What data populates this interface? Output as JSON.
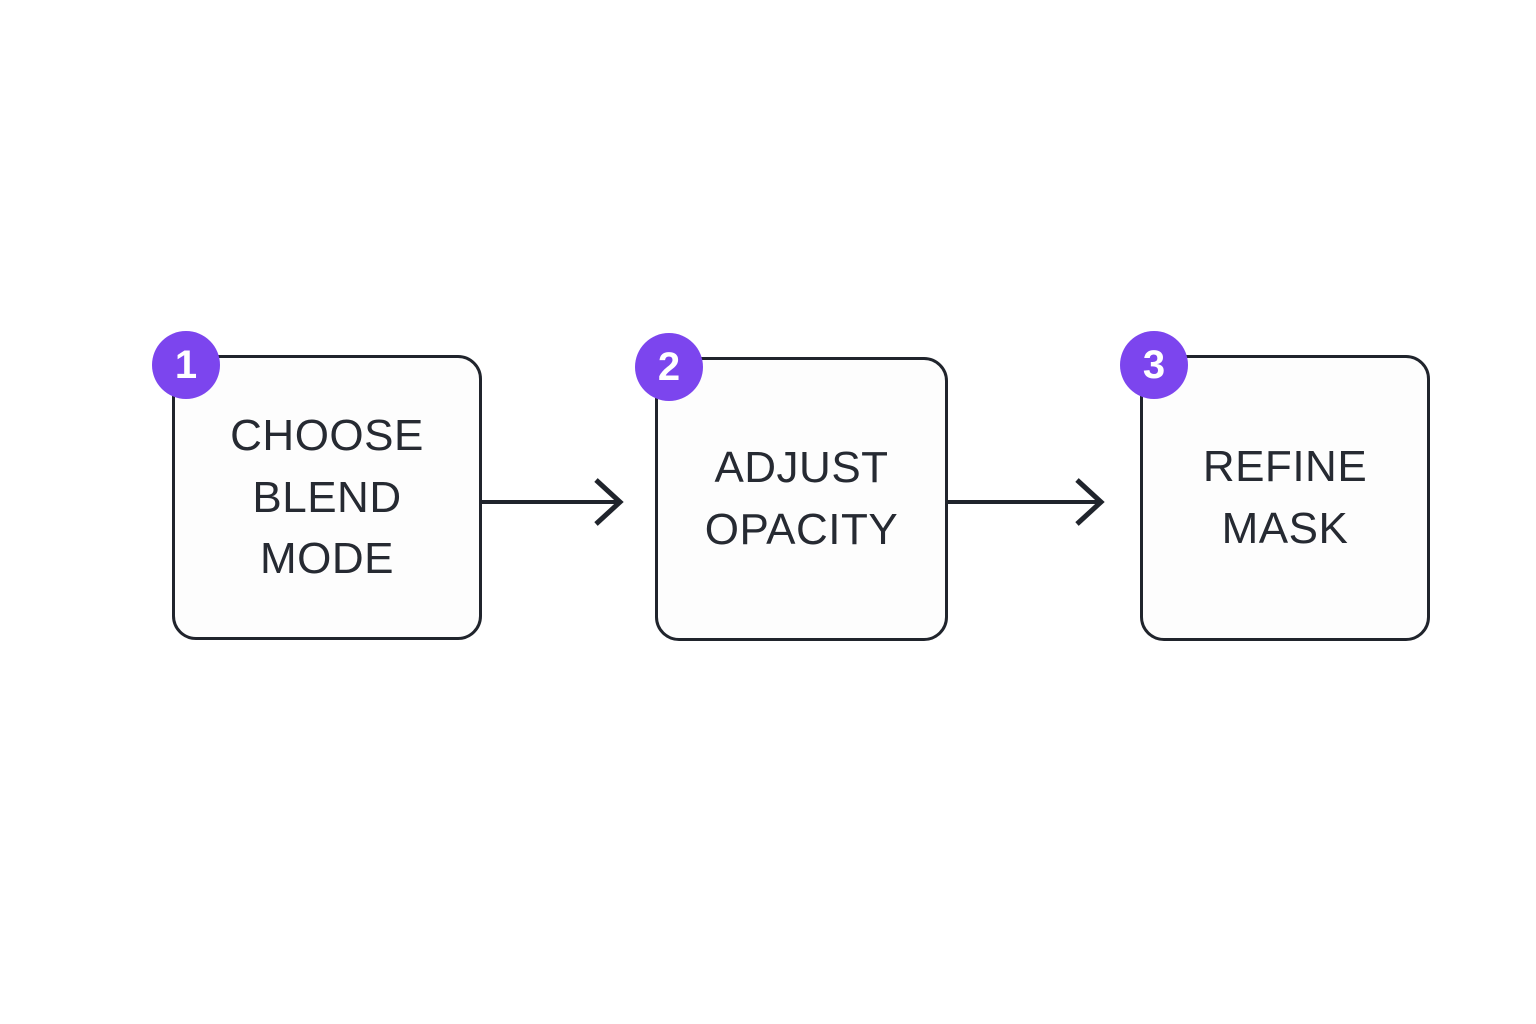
{
  "diagram": {
    "type": "flowchart",
    "colors": {
      "accent": "#7C45EE",
      "line": "#20242C",
      "text": "#262A32",
      "box_fill": "#FDFDFD",
      "background": "#FFFFFF"
    },
    "steps": [
      {
        "number": "1",
        "label": "CHOOSE BLEND MODE"
      },
      {
        "number": "2",
        "label": "ADJUST OPACITY"
      },
      {
        "number": "3",
        "label": "REFINE MASK"
      }
    ]
  }
}
